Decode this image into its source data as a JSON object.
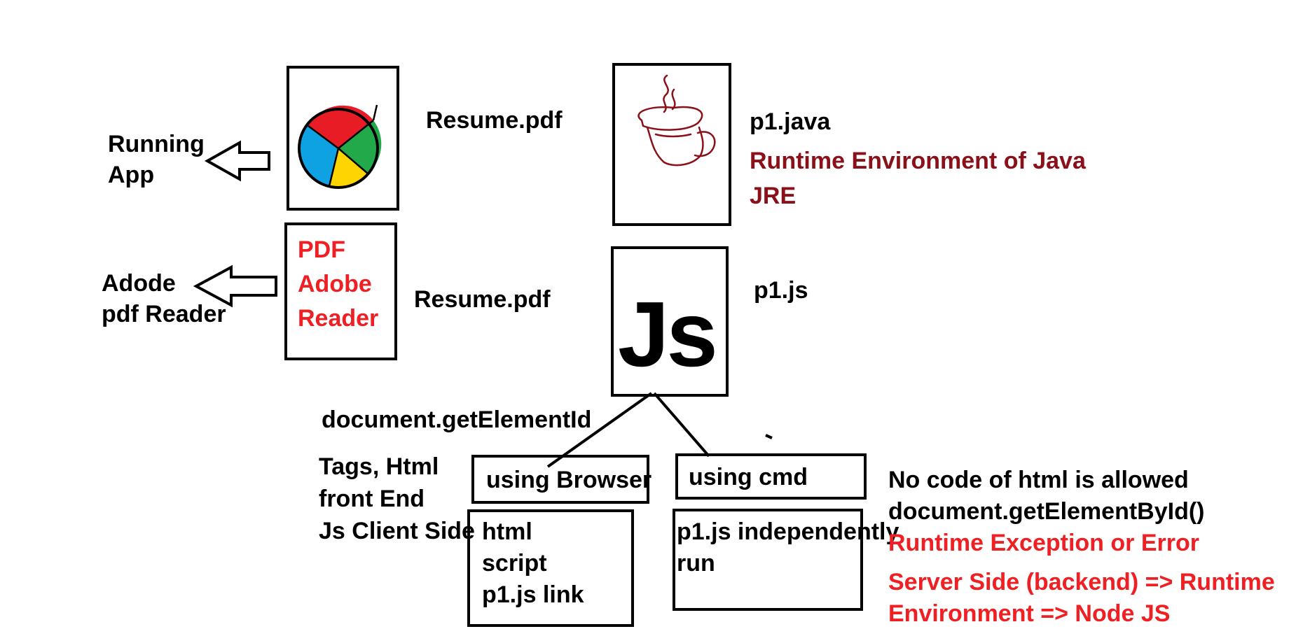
{
  "colors": {
    "ink": "#000000",
    "accent_red": "#ee2024",
    "java_red": "#8a1019",
    "browser_red": "#e81c24",
    "browser_green": "#22a94a",
    "browser_yellow": "#ffd500",
    "browser_blue": "#0ea2e2"
  },
  "icons": {
    "browser_logo": "browser-logo-icon",
    "java_logo": "java-cup-icon",
    "arrow": "left-arrow-icon"
  },
  "labels": {
    "running_app": "Running\nApp",
    "adobe_reader_app": "Adode\npdf Reader",
    "resume_pdf_top": "Resume.pdf",
    "resume_pdf_bottom": "Resume.pdf",
    "pdf_box": "PDF\nAdobe\nReader",
    "p1_java": "p1.java",
    "java_runtime": "Runtime Environment of Java",
    "jre": "JRE",
    "p1_js": "p1.js",
    "js_logo": "Js",
    "get_element_id": "document.getElementId",
    "client_side_notes": "Tags, Html\nfront End\nJs Client Side",
    "using_browser": "using Browser",
    "using_cmd": "using cmd",
    "browser_contents": "html\nscript\np1.js link",
    "cmd_contents": "p1.js independently\nrun",
    "no_html_code": "No code of html is allowed",
    "get_element_by_id": "document.getElementById()",
    "runtime_exception": "Runtime Exception or Error",
    "server_side": "Server Side (backend) => Runtime\nEnvironment => Node JS"
  }
}
